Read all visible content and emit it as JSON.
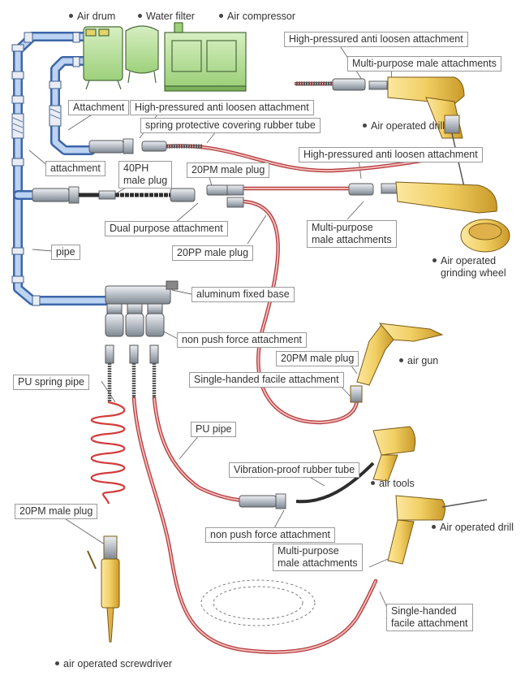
{
  "equipment": {
    "air_drum": "Air drum",
    "water_filter": "Water filter",
    "air_compressor": "Air compressor"
  },
  "labels": {
    "hp_anti_loosen_top": "High-pressured anti loosen attachment",
    "multi_purpose_top": "Multi-purpose male attachments",
    "attachment_upper": "Attachment",
    "hp_anti_loosen_left": "High-pressured anti loosen attachment",
    "spring_covering_tube": "spring protective covering rubber tube",
    "air_drill_top": "Air operated drill",
    "hp_anti_loosen_mid": "High-pressured anti loosen attachment",
    "attachment_lower": "attachment",
    "plug_40ph": [
      "40PH",
      "male plug"
    ],
    "plug_20pm_top": "20PM male plug",
    "dual_purpose": "Dual purpose attachment",
    "multi_purpose_mid": [
      "Multi-purpose",
      "male attachments"
    ],
    "grinding_wheel": [
      "Air operated",
      "grinding wheel"
    ],
    "plug_20pp": "20PP male plug",
    "pipe": "pipe",
    "aluminum_base": "aluminum fixed base",
    "non_push_top": "non push force attachment",
    "plug_20pm_gun": "20PM male plug",
    "air_gun": "air gun",
    "single_handed_gun": "Single-handed facile attachment",
    "pu_spring_pipe": "PU spring pipe",
    "pu_pipe": "PU pipe",
    "vibration_tube": "Vibration-proof rubber tube",
    "air_tools": "air tools",
    "plug_20pm_bottom": "20PM male plug",
    "non_push_bottom": "non push force attachment",
    "air_drill_bottom": "Air operated drill",
    "multi_purpose_bottom": [
      "Multi-purpose",
      "male attachments"
    ],
    "single_handed_bottom": [
      "Single-handed",
      "facile attachment"
    ],
    "screwdriver": "air operated screwdriver"
  },
  "colors": {
    "blue_pipe": "#5b86c8",
    "blue_pipe_light": "#bcd3f2",
    "red_hose": "#c94b4b",
    "red_hose_light": "#f3b9b9",
    "green_equipment": "#bfe3a0",
    "yellow_tool": "#f1cf63",
    "label_border": "#9a9a9a",
    "metal": "#c7ccd2"
  }
}
